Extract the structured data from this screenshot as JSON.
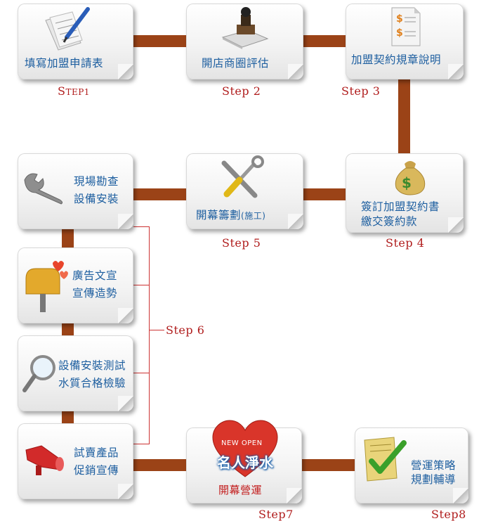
{
  "steps": {
    "s1": {
      "label": "填寫加盟申請表",
      "step": "Step1"
    },
    "s2": {
      "label": "開店商圈評估",
      "step": "Step 2"
    },
    "s3": {
      "label": "加盟契約規章說明",
      "step": "Step 3"
    },
    "s4": {
      "line1": "簽訂加盟契約書",
      "line2": "繳交簽約款",
      "step": "Step 4"
    },
    "s5": {
      "label": "開幕籌劃",
      "sub": "(施工)",
      "step": "Step 5"
    },
    "s6": {
      "step": "Step 6",
      "a": {
        "line1": "現場勘查",
        "line2": "設備安裝"
      },
      "b": {
        "line1": "廣告文宣",
        "line2": "宣傳造勢"
      },
      "c": {
        "line1": "設備安裝測試",
        "line2": "水質合格檢驗"
      },
      "d": {
        "line1": "試賣產品",
        "line2": "促銷宣傳"
      }
    },
    "s7": {
      "badge": "NEW OPEN",
      "brand": "名人淨水",
      "label": "開幕營運",
      "step": "Step7"
    },
    "s8": {
      "line1": "營運策略",
      "line2": "規劃輔導",
      "step": "Step8"
    }
  },
  "colors": {
    "connector": "#9b4317",
    "label": "#1e5fa0",
    "step": "#b01c1c",
    "bracket": "#cc3333"
  }
}
